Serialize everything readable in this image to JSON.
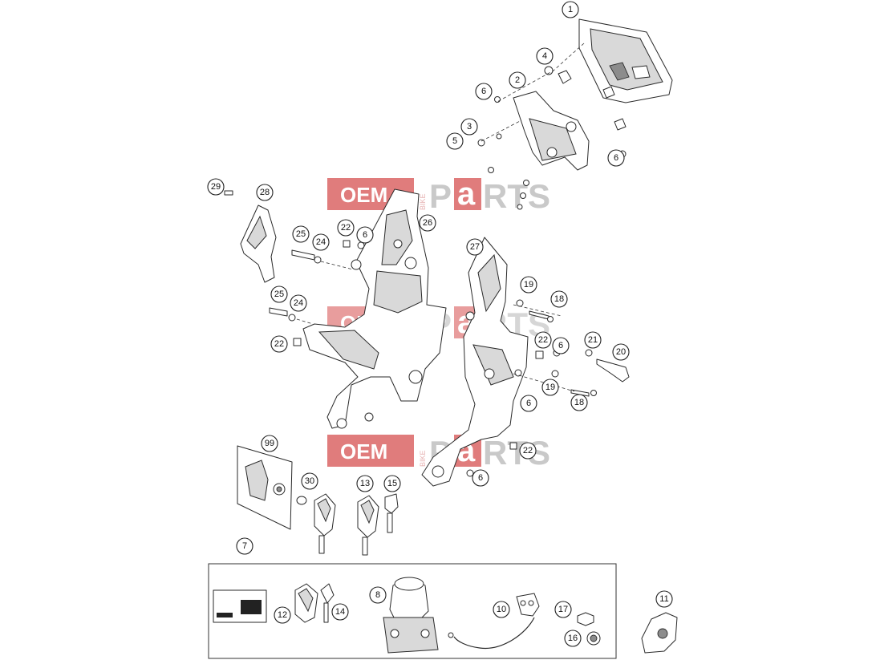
{
  "watermark": {
    "left": "OEM",
    "vertical": "BIKE",
    "right_1": "P",
    "highlight": "a",
    "right_2": "RTS",
    "brand_red": "#e07c7c",
    "grey": "#c9c9c9"
  },
  "callouts": [
    {
      "n": "1"
    },
    {
      "n": "4"
    },
    {
      "n": "2"
    },
    {
      "n": "6"
    },
    {
      "n": "3"
    },
    {
      "n": "5"
    },
    {
      "n": "6"
    },
    {
      "n": "28"
    },
    {
      "n": "29"
    },
    {
      "n": "22"
    },
    {
      "n": "6"
    },
    {
      "n": "26"
    },
    {
      "n": "25"
    },
    {
      "n": "24"
    },
    {
      "n": "27"
    },
    {
      "n": "19"
    },
    {
      "n": "18"
    },
    {
      "n": "25"
    },
    {
      "n": "24"
    },
    {
      "n": "22"
    },
    {
      "n": "22"
    },
    {
      "n": "6"
    },
    {
      "n": "21"
    },
    {
      "n": "20"
    },
    {
      "n": "19"
    },
    {
      "n": "6"
    },
    {
      "n": "18"
    },
    {
      "n": "99"
    },
    {
      "n": "22"
    },
    {
      "n": "6"
    },
    {
      "n": "30"
    },
    {
      "n": "13"
    },
    {
      "n": "15"
    },
    {
      "n": "7"
    },
    {
      "n": "8"
    },
    {
      "n": "12"
    },
    {
      "n": "14"
    },
    {
      "n": "10"
    },
    {
      "n": "17"
    },
    {
      "n": "16"
    },
    {
      "n": "11"
    }
  ]
}
